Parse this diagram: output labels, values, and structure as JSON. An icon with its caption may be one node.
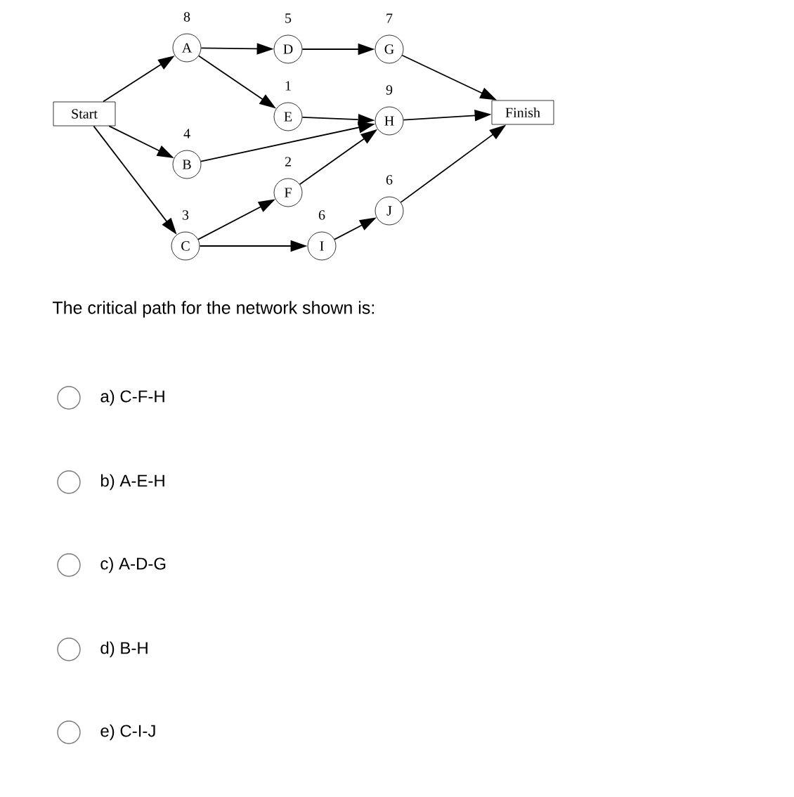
{
  "diagram": {
    "nodes": [
      {
        "text": [
          "Start"
        ]
      },
      {
        "text": [
          "A"
        ],
        "beside": [
          "8"
        ]
      },
      {
        "text": [
          "D"
        ],
        "beside": [
          "5"
        ]
      },
      {
        "text": [
          "G"
        ],
        "beside": [
          "7"
        ]
      },
      {
        "text": [
          "E"
        ],
        "beside": [
          "1"
        ]
      },
      {
        "text": [
          "H"
        ],
        "beside": [
          "9"
        ]
      },
      {
        "text": [
          "B"
        ],
        "beside": [
          "4"
        ]
      },
      {
        "text": [
          "F"
        ],
        "beside": [
          "2"
        ]
      },
      {
        "text": [
          "J"
        ],
        "beside": [
          "6"
        ]
      },
      {
        "text": [
          "C"
        ],
        "beside": [
          "3"
        ]
      },
      {
        "text": [
          "I"
        ],
        "beside": [
          "6"
        ]
      },
      {
        "text": [
          "Finish"
        ]
      }
    ],
    "edges": [
      {
        "from": 0,
        "to": 1,
        "arrow": "to"
      },
      {
        "from": 0,
        "to": 6,
        "arrow": "to"
      },
      {
        "from": 0,
        "to": 9,
        "arrow": "to"
      },
      {
        "from": 1,
        "to": 2,
        "arrow": "to"
      },
      {
        "from": 1,
        "to": 4,
        "arrow": "to"
      },
      {
        "from": 2,
        "to": 3,
        "arrow": "to"
      },
      {
        "from": 4,
        "to": 5,
        "arrow": "to"
      },
      {
        "from": 6,
        "to": 5,
        "arrow": "to"
      },
      {
        "from": 7,
        "to": 5,
        "arrow": "to"
      },
      {
        "from": 9,
        "to": 7,
        "arrow": "to"
      },
      {
        "from": 9,
        "to": 10,
        "arrow": "to"
      },
      {
        "from": 10,
        "to": 8,
        "arrow": "to"
      },
      {
        "from": 3,
        "to": 11,
        "arrow": "to"
      },
      {
        "from": 5,
        "to": 11,
        "arrow": "to"
      },
      {
        "from": 8,
        "to": 11,
        "arrow": "to"
      }
    ],
    "labels": [
      "The critical path for the network shown is:",
      "a) C-F-H",
      "b) A-E-H",
      "c) A-D-G",
      "d) B-H",
      "e) C-I-J"
    ]
  }
}
